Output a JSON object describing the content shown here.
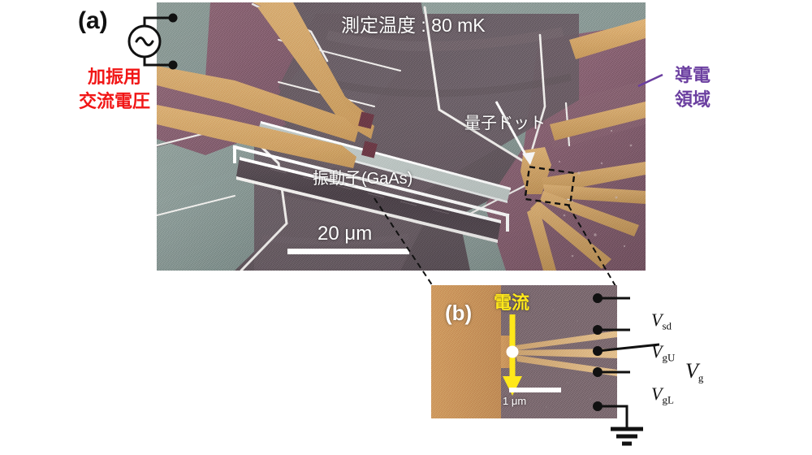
{
  "figure": {
    "type": "scientific-figure",
    "description": "False-colour SEM micrographs of a GaAs mechanical resonator with an integrated quantum dot"
  },
  "panel_a": {
    "letter": "(a)",
    "temperature_label": "測定温度 : 80 mK",
    "quantum_dot_label": "量子ドット",
    "resonator_label": "振動子(GaAs)",
    "scale_bar_label": "20 μm",
    "excitation_label_line1": "加振用",
    "excitation_label_line2": "交流電圧",
    "conductive_region_label_line1": "導電",
    "conductive_region_label_line2": "領域",
    "ac_source_symbol": "∿"
  },
  "panel_b": {
    "letter": "(b)",
    "current_label": "電流",
    "scale_bar_label": "1 μm",
    "terminals": [
      {
        "name": "source-drain",
        "symbol": "V",
        "subscript": "sd"
      },
      {
        "name": "upper-gate",
        "symbol": "V",
        "subscript": "gU"
      },
      {
        "name": "center-gate",
        "symbol": "V",
        "subscript": "g"
      },
      {
        "name": "lower-gate",
        "symbol": "V",
        "subscript": "gL"
      },
      {
        "name": "ground",
        "symbol": "",
        "subscript": ""
      }
    ]
  },
  "colors": {
    "substrate_purple_gray": "#6b5f66",
    "teal_region": "#8b9a96",
    "mauve_region": "#8a6574",
    "gold_electrode": "#d6a96a",
    "tan_region": "#c8945c",
    "red_text": "#f11616",
    "purple_text": "#6b3fa0",
    "yellow_text": "#ffe81a",
    "white_text": "#ffffff",
    "black_line": "#111111"
  }
}
